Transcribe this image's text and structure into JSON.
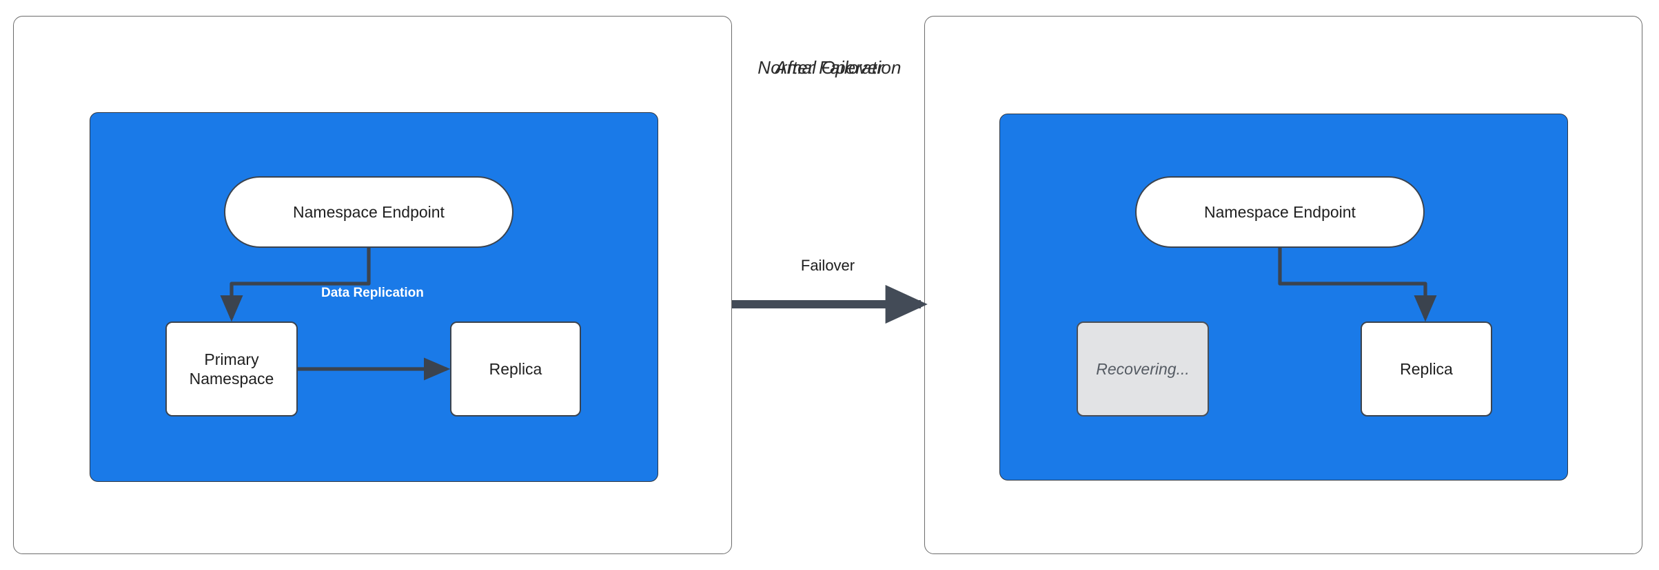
{
  "diagram": {
    "title_text_style": "italic",
    "colors": {
      "cluster_fill": "#1a7ae8",
      "edge_stroke": "#3b434e",
      "node_fill": "#ffffff",
      "muted_node_fill": "#e2e3e5",
      "panel_border": "#6b6b6b",
      "edge_label_on_cluster": "#ffffff"
    },
    "panels": [
      {
        "id": "normal-operation",
        "title": "Normal Operation",
        "nodes": [
          {
            "id": "endpoint",
            "label": "Namespace Endpoint",
            "shape": "pill",
            "state": "active"
          },
          {
            "id": "primary",
            "label": "Primary\nNamespace",
            "label_line1": "Primary",
            "label_line2": "Namespace",
            "shape": "rounded-rect",
            "state": "active"
          },
          {
            "id": "replica",
            "label": "Replica",
            "shape": "rounded-rect",
            "state": "active"
          }
        ],
        "edges": [
          {
            "from": "endpoint",
            "to": "primary",
            "label": "",
            "style": "elbow-arrow"
          },
          {
            "from": "primary",
            "to": "replica",
            "label": "Data Replication",
            "style": "straight-arrow"
          }
        ]
      },
      {
        "id": "after-failover",
        "title": "After Failover",
        "nodes": [
          {
            "id": "endpoint",
            "label": "Namespace Endpoint",
            "shape": "pill",
            "state": "active"
          },
          {
            "id": "recovering",
            "label": "Recovering...",
            "shape": "rounded-rect",
            "state": "recovering"
          },
          {
            "id": "replica",
            "label": "Replica",
            "shape": "rounded-rect",
            "state": "active"
          }
        ],
        "edges": [
          {
            "from": "endpoint",
            "to": "replica",
            "label": "",
            "style": "elbow-arrow"
          }
        ]
      }
    ],
    "transition": {
      "label": "Failover",
      "direction": "left-to-right"
    }
  }
}
